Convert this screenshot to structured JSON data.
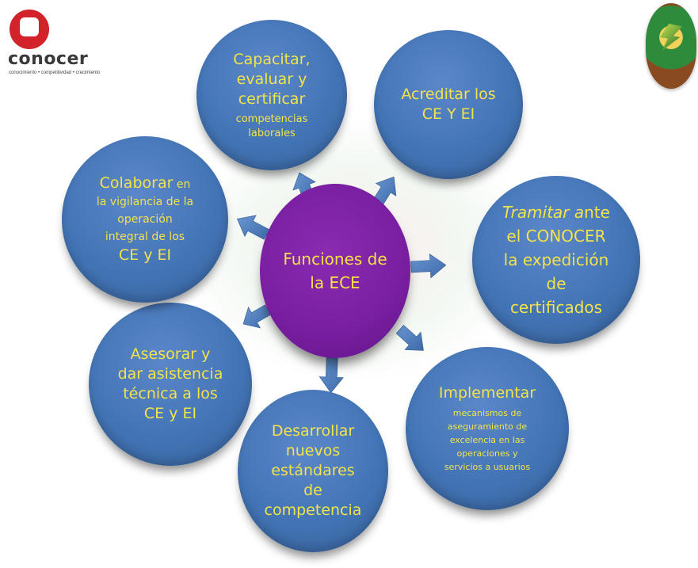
{
  "logo_left": {
    "wordmark": "conocer",
    "tagline": "conocimiento • competitividad • crecimiento"
  },
  "logo_right": {
    "icon": "university-seal-icon"
  },
  "center": {
    "title": "Funciones de la ECE",
    "color": "#7a1fa2"
  },
  "nodes": {
    "capacitar": {
      "line1": "Capacitar,",
      "line2": "evaluar y",
      "line3": "certificar",
      "line4": "competencias",
      "line5": "laborales"
    },
    "acreditar": {
      "line1": "Acreditar los",
      "line2": "CE Y EI"
    },
    "tramitar": {
      "line1_italic": "Tramitar a",
      "line1_rest": "nte",
      "line2": "el CONOCER",
      "line3": "la expedición",
      "line4": "de",
      "line5": "certificados"
    },
    "implementar": {
      "line1": "Implementar",
      "line2": "mecanismos de",
      "line3": "aseguramiento de",
      "line4": "excelencia  en las",
      "line5": "operaciones y",
      "line6": "servicios a usuarios"
    },
    "desarrollar": {
      "line1": "Desarrollar",
      "line2": "nuevos",
      "line3": "estándares",
      "line4": "de",
      "line5": "competencia"
    },
    "asesorar": {
      "line1": "Asesorar y",
      "line2": "dar asistencia",
      "line3": "técnica a los",
      "line4": "CE y EI"
    },
    "colaborar": {
      "line1_big": "Colaborar",
      "line1_small": " en",
      "line2": "la vigilancia  de la",
      "line3": "operación",
      "line4": "integral de los",
      "line5": "CE y EI"
    }
  },
  "colors": {
    "node_fill": "#4375b6",
    "node_text": "#f3e34a",
    "arrow": "#4a7cc0",
    "text_center": "#f3e34a"
  }
}
